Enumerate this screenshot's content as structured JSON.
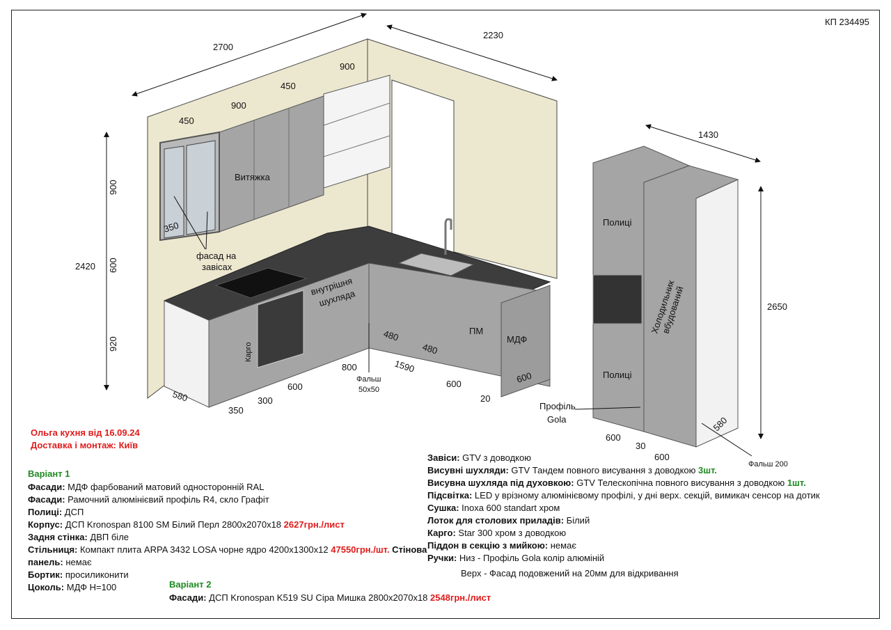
{
  "doc_number": "КП 234495",
  "dims": {
    "wall_width_left": "2700",
    "wall_width_right": "2230",
    "tall_width": "1430",
    "upper_900_top": "900",
    "upper_450_b": "450",
    "upper_900": "900",
    "upper_450": "450",
    "height_total": "2420",
    "h_900": "900",
    "h_600": "600",
    "h_920": "920",
    "depth_350_upper": "350",
    "d580": "580",
    "w350": "350",
    "w300": "300",
    "w600": "600",
    "w800": "800",
    "w1590": "1590",
    "w600b": "600",
    "w20": "20",
    "d480a": "480",
    "d480b": "480",
    "d600": "600",
    "tall_height": "2650",
    "tall_600a": "600",
    "tall_30": "30",
    "tall_600b": "600",
    "tall_580": "580"
  },
  "labels": {
    "hood": "Витяжка",
    "facade_on_hinges_1": "фасад на",
    "facade_on_hinges_2": "завісах",
    "inner_drawer_1": "внутрішня",
    "inner_drawer_2": "шухляда",
    "cargo": "Карго",
    "fold_1": "Фальш",
    "fold_2": "50x50",
    "pm": "ПМ",
    "mdf": "МДФ",
    "shelves_top": "Полиці",
    "shelves_bottom": "Полиці",
    "fridge_1": "Холодильник",
    "fridge_2": "вбудований",
    "profile_1": "Профіль",
    "profile_2": "Gola",
    "fold_200": "Фальш 200"
  },
  "header": {
    "line1": "Ольга кухня від 16.09.24",
    "line2": "Доставка і монтаж: Київ"
  },
  "variant1": {
    "title": "Варіант 1",
    "rows": [
      {
        "k": "Фасади:",
        "v": " МДФ фарбований матовий односторонній RAL",
        "r": ""
      },
      {
        "k": "Фасади:",
        "v": " Рамочний алюмінієвий профіль R4, скло Графіт",
        "r": ""
      },
      {
        "k": "Полиці:",
        "v": " ДСП",
        "r": ""
      },
      {
        "k": "Корпус:",
        "v": " ДСП Kronospan 8100 SM Білий Перл 2800x2070x18 ",
        "r": "2627грн./лист"
      },
      {
        "k": "Задня стінка:",
        "v": " ДВП біле",
        "r": ""
      },
      {
        "k": "Стільниця:",
        "v": " Компакт плита ARPA 3432 LOSA чорне ядро 4200x1300x12 ",
        "r": "47550грн./шт.",
        "tail": " Стінова"
      },
      {
        "k": "панель:",
        "v": " немає",
        "r": ""
      },
      {
        "k": "Бортик:",
        "v": " просиликонити",
        "r": ""
      },
      {
        "k": "Цоколь:",
        "v": " МДФ H=100",
        "r": ""
      }
    ]
  },
  "variant2": {
    "title": "Варіант 2",
    "k": "Фасади:",
    "v": " ДСП Kronospan K519 SU Сіра Мишка 2800x2070x18 ",
    "r": "2548грн./лист"
  },
  "right_specs": [
    {
      "k": "Завіси:",
      "v": " GTV з доводкою",
      "g": ""
    },
    {
      "k": "Висувні шухляди:",
      "v": " GTV Тандем повного висування з доводкою ",
      "g": "3шт."
    },
    {
      "k": "Висувна шухляда під духовкою:",
      "v": " GTV Телескопічна повного висування з доводкою ",
      "g": "1шт."
    },
    {
      "k": "Підсвітка:",
      "v": " LED у врізному алюмінієвому профілі, у дні верх. секцій, вимикач сенсор на дотик",
      "g": ""
    },
    {
      "k": "Сушка:",
      "v": " Inoxa 600 standart хром",
      "g": ""
    },
    {
      "k": "Лоток для столових приладів:",
      "v": " Білий",
      "g": ""
    },
    {
      "k": "Карго:",
      "v": " Star 300 хром з доводкою",
      "g": ""
    },
    {
      "k": "Піддон в секцію з мийкою:",
      "v": " немає",
      "g": ""
    },
    {
      "k": "Ручки:",
      "v": " Низ - Профіль Gola колір алюміній",
      "g": ""
    }
  ],
  "handles_top": "Верх - Фасад подовжений на 20мм для відкривання",
  "colors": {
    "wall": "#ece7cf",
    "cabinet": "#a5a5a5",
    "cabinet_dark": "#8c8c8c",
    "countertop": "#3d3d3d",
    "red": "#e01b1b",
    "green": "#1f8a22"
  }
}
